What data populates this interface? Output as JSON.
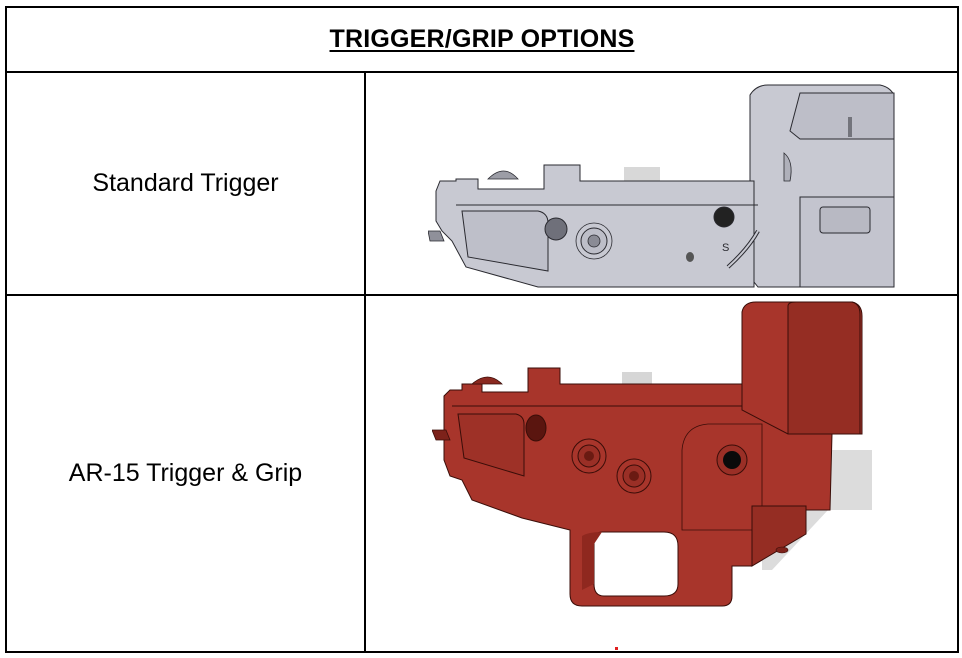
{
  "table": {
    "title": "TRIGGER/GRIP OPTIONS",
    "rows": [
      {
        "label": "Standard Trigger",
        "image": {
          "description": "Gray CAD render of lower receiver with standard trigger",
          "color": "#C8C9D2",
          "shade": "#B4B5BF",
          "edge": "#2a2a30"
        }
      },
      {
        "label": "AR-15 Trigger & Grip",
        "image": {
          "description": "Red CAD render of lower receiver with AR-15 trigger guard and grip",
          "color": "#A8352B",
          "shade": "#952D23",
          "edge": "#3a0d08"
        }
      }
    ]
  },
  "colors": {
    "border": "#000000",
    "background": "#FFFFFF",
    "marker_dot": "#E02020"
  }
}
